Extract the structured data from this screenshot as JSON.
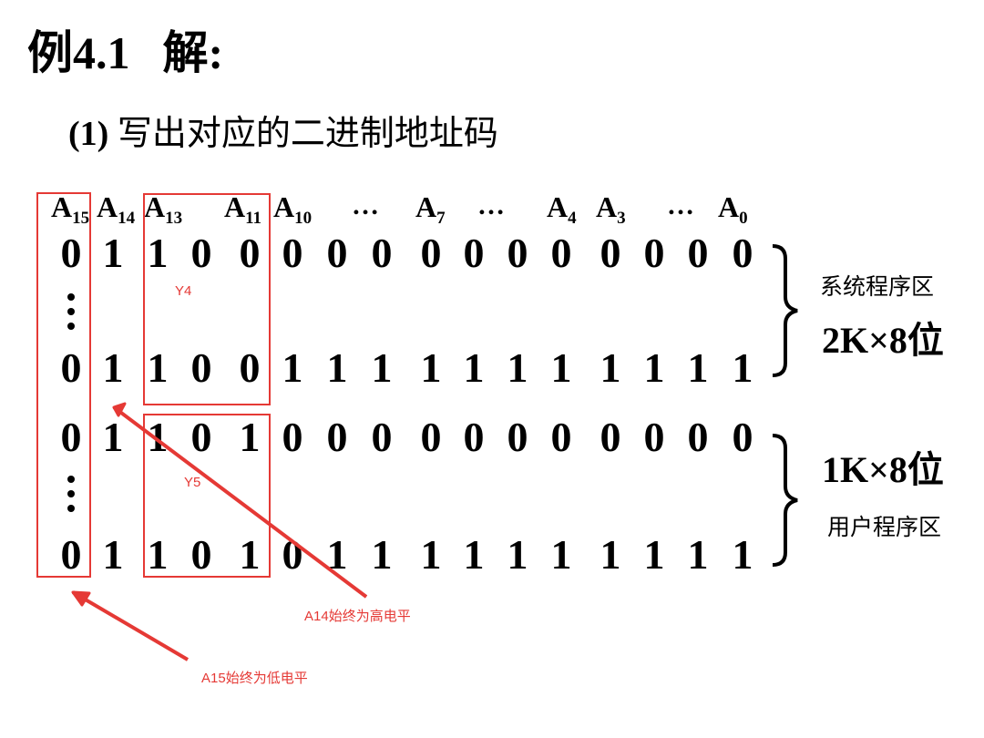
{
  "title": {
    "main": "例4.1",
    "suffix": "解:"
  },
  "subtitle": {
    "number": "(1)",
    "text": "写出对应的二进制地址码"
  },
  "address_lines": [
    {
      "letter": "A",
      "sub": "15"
    },
    {
      "letter": "A",
      "sub": "14"
    },
    {
      "letter": "A",
      "sub": "13"
    },
    {
      "letter": "A",
      "sub": "11"
    },
    {
      "letter": "A",
      "sub": "10"
    },
    {
      "letter": "A",
      "sub": "7"
    },
    {
      "letter": "A",
      "sub": "4"
    },
    {
      "letter": "A",
      "sub": "3"
    },
    {
      "letter": "A",
      "sub": "0"
    }
  ],
  "ellipsis": "…",
  "rows": [
    [
      "0",
      "1",
      "1",
      "0",
      "0",
      "0",
      "0",
      "0",
      "0",
      "0",
      "0",
      "0",
      "0",
      "0",
      "0",
      "0"
    ],
    [
      "0",
      "1",
      "1",
      "0",
      "0",
      "1",
      "1",
      "1",
      "1",
      "1",
      "1",
      "1",
      "1",
      "1",
      "1",
      "1"
    ],
    [
      "0",
      "1",
      "1",
      "0",
      "1",
      "0",
      "0",
      "0",
      "0",
      "0",
      "0",
      "0",
      "0",
      "0",
      "0",
      "0"
    ],
    [
      "0",
      "1",
      "1",
      "0",
      "1",
      "0",
      "1",
      "1",
      "1",
      "1",
      "1",
      "1",
      "1",
      "1",
      "1",
      "1"
    ]
  ],
  "regions": {
    "system": {
      "name": "系统程序区",
      "capacity": "2K×8位"
    },
    "user": {
      "name": "用户程序区",
      "capacity": "1K×8位"
    }
  },
  "annotations": {
    "y4": "Y4",
    "y5": "Y5",
    "a14": "A14始终为高电平",
    "a15": "A15始终为低电平"
  },
  "colors": {
    "highlight": "#e53935",
    "text": "#000000"
  }
}
